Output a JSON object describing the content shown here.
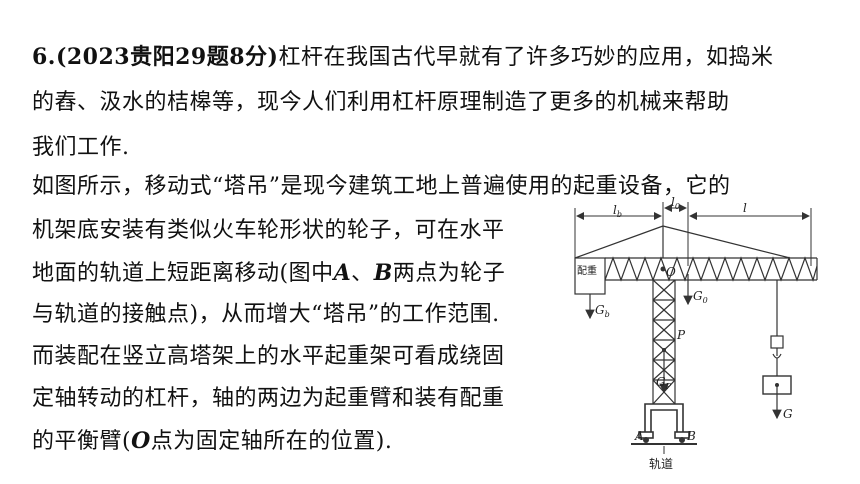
{
  "problem": {
    "number": "6.",
    "source": "(2023贵阳29题8分)",
    "p1_l1": "杠杆在我国古代早就有了许多巧妙的应用，如捣米",
    "p1_l2": "的舂、汲水的桔槔等，现今人们利用杠杆原理制造了更多的机械来帮助",
    "p1_l3": "我们工作.",
    "p2_l1": "如图所示，移动式“塔吊”是现今建筑工地上普遍使用的起重设备，它的",
    "p2_l2": "机架底安装有类似火车轮形状的轮子，可在水平",
    "p2_l3_a": "地面的轨道上短距离移动(图中",
    "p2_l3_A": "A",
    "p2_l3_sep": "、",
    "p2_l3_B": "B",
    "p2_l3_b": "两点为轮子",
    "p2_l4": "与轨道的接触点)，从而增大“塔吊”的工作范围.",
    "p2_l5": "而装配在竖立高塔架上的水平起重架可看成绕固",
    "p2_l6": "定轴转动的杠杆，轴的两边为起重臂和装有配重",
    "p2_l7_a": "的平衡臂(",
    "p2_l7_O": "O",
    "p2_l7_b": "点为固定轴所在的位置)."
  },
  "figure": {
    "counterweight": "配重",
    "lb": "l",
    "lb_sub": "b",
    "l0": "l",
    "l0_sub": "0",
    "l": "l",
    "O": "O",
    "Gb": "G",
    "Gb_sub": "b",
    "G0": "G",
    "G0_sub": "0",
    "P": "P",
    "Gp": "G",
    "Gp_sub": "P",
    "G": "G",
    "A": "A",
    "B": "B",
    "track": "轨道"
  }
}
